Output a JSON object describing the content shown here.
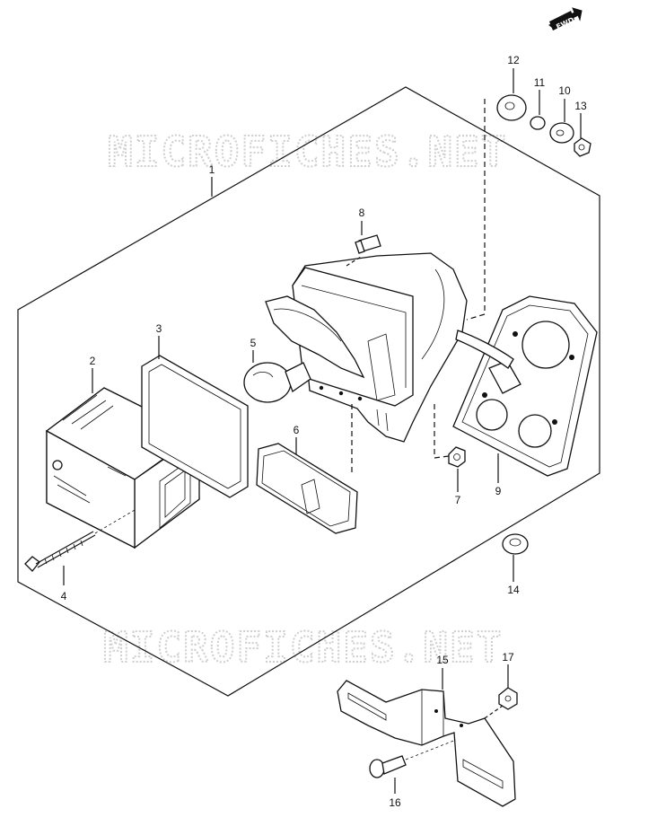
{
  "watermark": "MICROFICHES.NET",
  "direction_tag": "FWD",
  "callouts": {
    "p1": "1",
    "p2": "2",
    "p3": "3",
    "p4": "4",
    "p5": "5",
    "p6": "6",
    "p7": "7",
    "p8": "8",
    "p9": "9",
    "p10": "10",
    "p11": "11",
    "p12": "12",
    "p13": "13",
    "p14": "14",
    "p15": "15",
    "p16": "16",
    "p17": "17"
  }
}
